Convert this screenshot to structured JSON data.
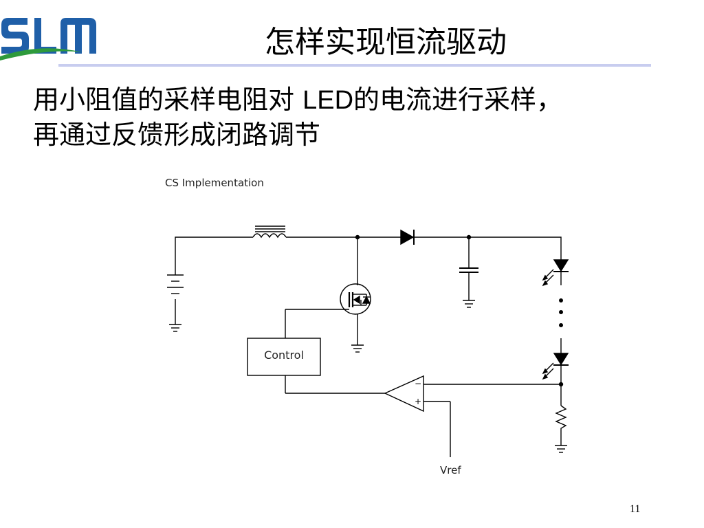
{
  "logo": {
    "text": "SLM",
    "color_primary": "#1f5fa8",
    "color_accent": "#2e9a3c"
  },
  "slide": {
    "title": "怎样实现恒流驱动",
    "body_line1_a": "用小阻值的采样电阻对 ",
    "body_line1_b": "LED",
    "body_line1_c": "的电流进行采样，",
    "body_line2": "再通过反馈形成闭路调节",
    "page_number": "11"
  },
  "diagram": {
    "title": "CS Implementation",
    "control_label": "Control",
    "vref_label": "Vref",
    "components": [
      "battery",
      "inductor",
      "diode",
      "mosfet",
      "capacitor",
      "led-top",
      "led-bottom",
      "current-sense-resistor",
      "op-amp",
      "control-block"
    ],
    "opamp_minus": "−",
    "opamp_plus": "+"
  }
}
